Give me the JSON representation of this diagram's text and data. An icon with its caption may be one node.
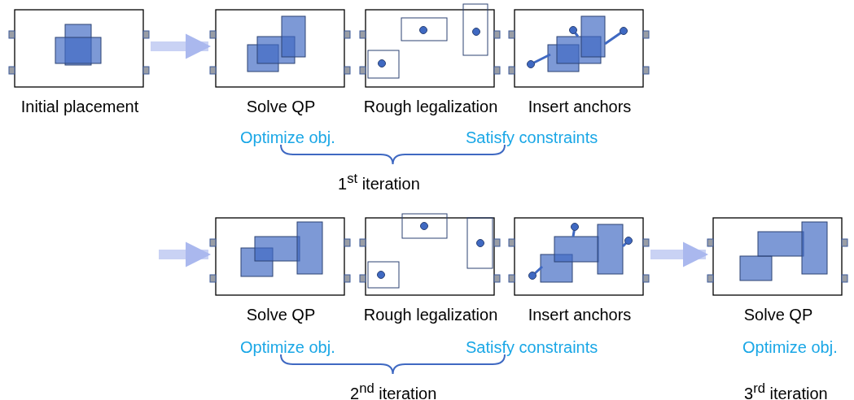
{
  "diagram": {
    "nodes": [
      {
        "text": [
          "Initial placement"
        ]
      },
      {
        "text": [
          "Solve QP"
        ]
      },
      {
        "text": [
          "Rough legalization"
        ]
      },
      {
        "text": [
          "Insert anchors"
        ]
      },
      {
        "text": [
          "Solve QP"
        ]
      },
      {
        "text": [
          "Rough legalization"
        ]
      },
      {
        "text": [
          "Insert anchors"
        ]
      },
      {
        "text": [
          "Solve QP"
        ]
      }
    ],
    "edges": [
      {
        "from": 0,
        "to": 1,
        "arrow": "to"
      },
      {
        "from": null,
        "to": 4,
        "arrow": "to"
      },
      {
        "from": 6,
        "to": 7,
        "arrow": "to"
      }
    ],
    "labels": [
      "Optimize obj.",
      "Satisfy constraints",
      "1$^{st}$ iteration",
      "Optimize obj.",
      "Satisfy constraints",
      "Optimize obj.",
      "2$^{nd}$ iteration",
      "3$^{rd}$ iteration"
    ]
  }
}
